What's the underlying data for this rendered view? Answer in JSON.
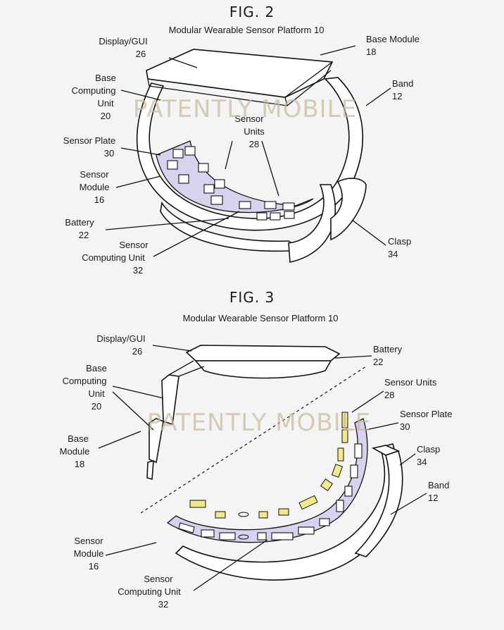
{
  "fig2": {
    "title": "FIG. 2",
    "subtitle": "Modular Wearable Sensor Platform 10",
    "labels": {
      "display_gui": [
        "Display/GUI",
        "26"
      ],
      "base_module": [
        "Base Module",
        "18"
      ],
      "base_computing_unit": [
        "Base",
        "Computing",
        "Unit",
        "20"
      ],
      "band": [
        "Band",
        "12"
      ],
      "sensor_units": [
        "Sensor",
        "Units",
        "28"
      ],
      "sensor_plate": [
        "Sensor Plate",
        "30"
      ],
      "sensor_module": [
        "Sensor",
        "Module",
        "16"
      ],
      "battery": [
        "Battery",
        "22"
      ],
      "sensor_computing_unit": [
        "Sensor",
        "Computing Unit",
        "32"
      ],
      "clasp": [
        "Clasp",
        "34"
      ]
    }
  },
  "fig3": {
    "title": "FIG. 3",
    "subtitle": "Modular Wearable Sensor Platform 10",
    "labels": {
      "display_gui": [
        "Display/GUI",
        "26"
      ],
      "battery": [
        "Battery",
        "22"
      ],
      "base_computing_unit": [
        "Base",
        "Computing",
        "Unit",
        "20"
      ],
      "sensor_units": [
        "Sensor Units",
        "28"
      ],
      "sensor_plate": [
        "Sensor Plate",
        "30"
      ],
      "base_module": [
        "Base",
        "Module",
        "18"
      ],
      "clasp": [
        "Clasp",
        "34"
      ],
      "band": [
        "Band",
        "12"
      ],
      "sensor_module": [
        "Sensor",
        "Module",
        "16"
      ],
      "sensor_computing_unit": [
        "Sensor",
        "Computing Unit",
        "32"
      ]
    }
  },
  "watermark": "PATENTLY MOBILE"
}
